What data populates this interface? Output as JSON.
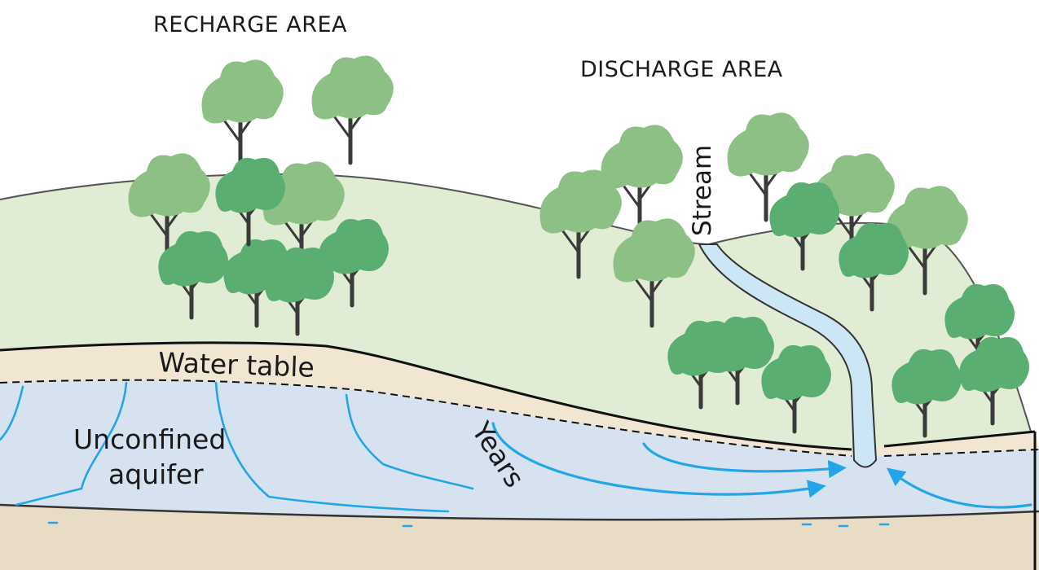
{
  "labels": {
    "recharge_area": "RECHARGE AREA",
    "discharge_area": "DISCHARGE AREA",
    "stream": "Stream",
    "water_table": "Water table",
    "aquifer_line1": "Unconfined",
    "aquifer_line2": "aquifer",
    "years": "Years"
  },
  "colors": {
    "ground_surface": "#e0ecd3",
    "unsaturated_zone": "#f0e6d2",
    "aquifer": "#d6e2f0",
    "bedrock": "#e8dcc6",
    "stream_water": "#cde6f5",
    "flow_lines": "#22a6e8",
    "tree_light": "#8cc084",
    "tree_dark": "#5aae72"
  }
}
